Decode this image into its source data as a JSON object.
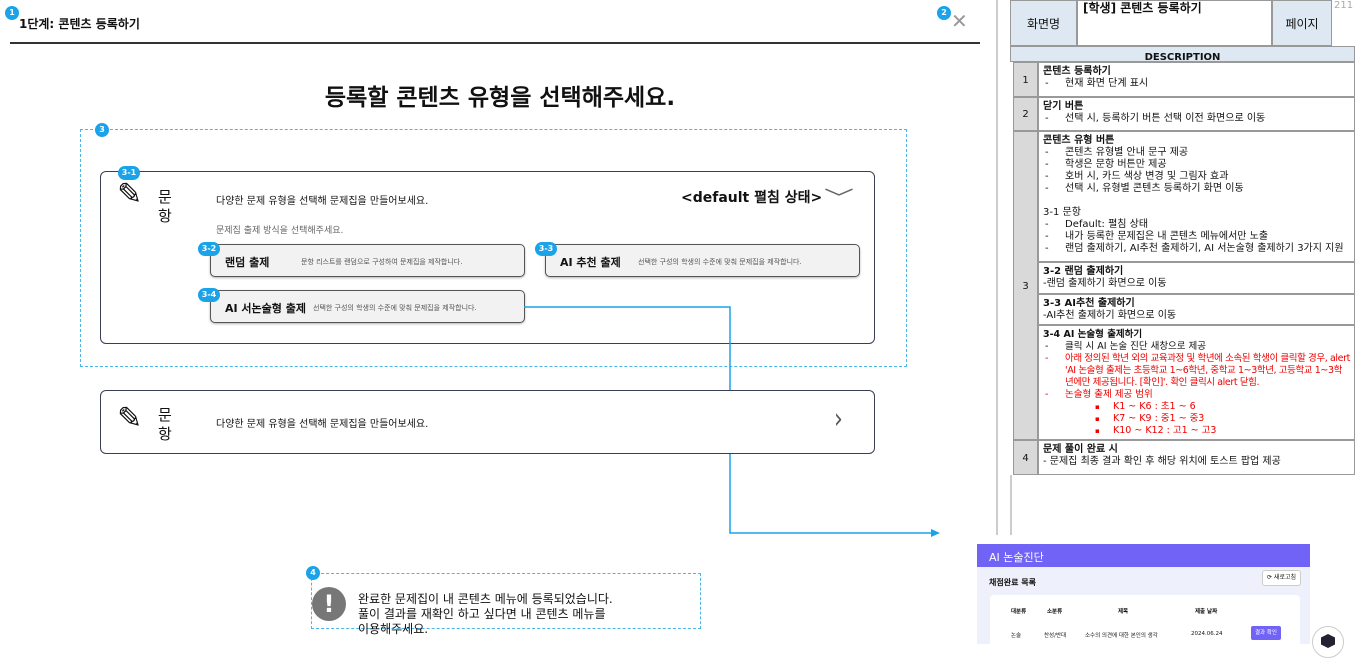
{
  "header": {
    "step_title": "1단계: 콘텐츠 등록하기",
    "close_icon": "close-icon"
  },
  "main": {
    "title": "등록할 콘텐츠 유형을 선택해주세요.",
    "card1": {
      "label": "문항",
      "desc": "다양한 문제 유형을 선택해 문제집을 만들어보세요.",
      "state_note": "<default 펼침 상태>",
      "sub": "문제집 출제 방식을 선택해주세요.",
      "options": [
        {
          "badge": "3-2",
          "title": "랜덤 출제",
          "desc": "문항 리스트를 랜덤으로 구성하여 문제집을 제작합니다."
        },
        {
          "badge": "3-3",
          "title": "AI 추천 출제",
          "desc": "선택한 구성의 학생의 수준에 맞춰 문제집을 제작합니다."
        },
        {
          "badge": "3-4",
          "title": "AI 서논술형 출제",
          "desc": "선택한 구성의 학생의 수준에 맞춰 문제집을 제작합니다."
        }
      ]
    },
    "card2": {
      "label": "문항",
      "desc": "다양한 문제 유형을 선택해 문제집을 만들어보세요."
    },
    "toast": {
      "line1": "완료한 문제집이 내 콘텐츠 메뉴에 등록되었습니다.",
      "line2": "풀이 결과를 재확인 하고 싶다면 내 콘텐츠 메뉴를",
      "line3": "이용해주세요."
    },
    "badges": [
      "1",
      "2",
      "3",
      "3-1",
      "4"
    ]
  },
  "popup": {
    "title": "AI 논술진단",
    "section": "채점완료 목록",
    "refresh": "새로고침",
    "columns": [
      "대분류",
      "소분류",
      "제목",
      "제출 날짜"
    ],
    "row": [
      "논술",
      "찬성/반대",
      "소수의 의견에 대한 본인의 생각",
      "2024.06.24"
    ],
    "row_button": "결과 확인",
    "accent": "#7063f5"
  },
  "spec": {
    "screen_label": "화면명",
    "screen_name": "[학생] 콘텐츠 등록하기",
    "page_label": "페이지",
    "page_no": "211",
    "description": "DESCRIPTION",
    "r1": {
      "num": "1",
      "title": "콘텐츠 등록하기",
      "items": [
        "현재 화면 단계 표시"
      ]
    },
    "r2": {
      "num": "2",
      "title": "닫기 버튼",
      "items": [
        "선택 시, 등록하기 버튼 선택 이전 화면으로 이동"
      ]
    },
    "r3": {
      "num": "3",
      "title": "콘텐츠 유형 버튼",
      "items": [
        "콘텐츠 유형별 안내 문구 제공",
        "학생은 문항 버튼만 제공",
        "호버 시, 카드 색상 변경 및 그림자 효과",
        "선택 시, 유형별 콘텐츠 등록하기 화면 이동"
      ],
      "s1_title": "3-1 문항",
      "s1_items": [
        "Default: 펼침 상태",
        "내가 등록한 문제집은 내 콘텐츠 메뉴에서만 노출",
        "랜덤 출제하기, AI추천 출제하기, AI 서논술형 출제하기 3가지 지원"
      ],
      "s2_title": "3-2 랜덤 출제하기",
      "s2_text": "-랜덤 출제하기 화면으로 이동",
      "s3_title": "3-3 AI추천 출제하기",
      "s3_text": "-AI추천 출제하기 화면으로 이동",
      "s4_title": "3-4 AI 논술형 출제하기",
      "s4_item1": "클릭 시 AI 논술 진단 새창으로 제공",
      "s4_red1": "아래 정의된 학년 외의 교육과정 및 학년에 소속된 학생이 클릭할 경우, alert 'AI 논술형 출제는 초등학교 1~6학년, 중학교 1~3학년, 고등학교 1~3학년에만 제공됩니다. [확인]'. 확인 클릭시 alert 닫힘.",
      "s4_red2": "논술형 출제 제공 범위",
      "ranges": [
        "K1 ~ K6 : 초1 ~ 6",
        "K7 ~ K9 : 중1 ~ 중3",
        "K10 ~ K12 : 고1 ~ 고3"
      ]
    },
    "r4": {
      "num": "4",
      "title": "문제 풀이 완료 시",
      "text": "- 문제집 최종 결과 확인 후 해당 위치에 토스트 팝업 제공"
    }
  }
}
